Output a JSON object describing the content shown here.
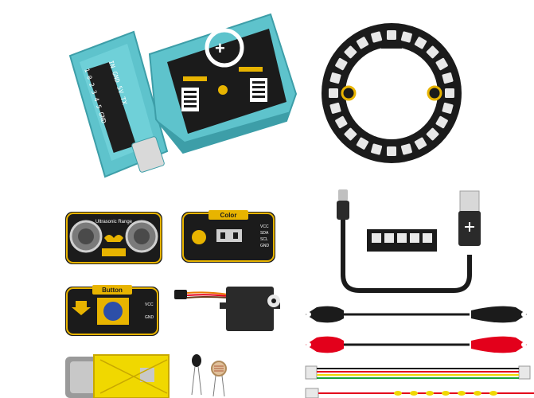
{
  "colors": {
    "teal_case": "#5ec3cc",
    "teal_dark": "#3d9ea8",
    "board_black": "#1b1b1b",
    "gold_trim": "#e8b400",
    "ring_led": "#e8e8e8",
    "alligator_red": "#e3001b",
    "wire_yellow": "#f0d800",
    "wire_green": "#1aa23a"
  },
  "labels": {
    "ultrasonic": "Ultrasonic Range",
    "color": "Color",
    "button": "Button",
    "color_pins": [
      "VCC",
      "SDA",
      "SCL",
      "GND"
    ],
    "button_pins": [
      "VCC",
      "",
      "GND"
    ],
    "side_pins_1": "IN GND 5V TX",
    "side_pins_2": "1 0 2 3 4 5 GND"
  },
  "icons": {
    "ultrasonic_logo": "bat-icon",
    "color_logo": "palette-icon",
    "button_logo": "press-arrow-icon"
  }
}
